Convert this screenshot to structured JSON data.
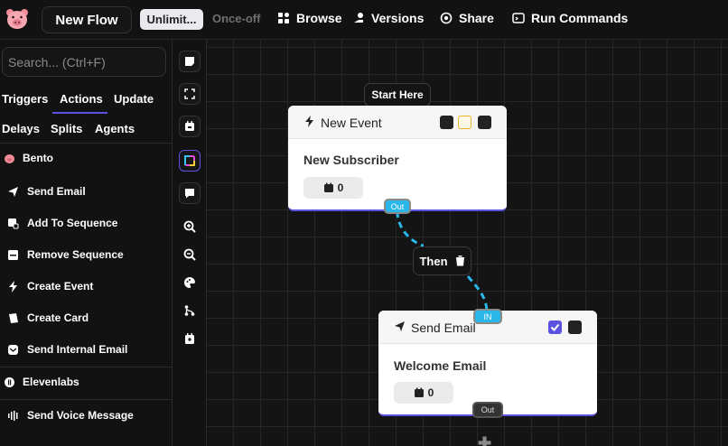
{
  "topbar": {
    "flow_name": "New Flow",
    "plan_unlimited": "Unlimit...",
    "plan_once": "Once-off",
    "actions": [
      {
        "label": "Browse",
        "icon": "browse-icon"
      },
      {
        "label": "Versions",
        "icon": "versions-icon"
      },
      {
        "label": "Share",
        "icon": "share-icon"
      },
      {
        "label": "Run Commands",
        "icon": "terminal-icon"
      }
    ]
  },
  "sidebar": {
    "search_placeholder": "Search... (Ctrl+F)",
    "tabs_row1": [
      "Triggers",
      "Actions",
      "Update"
    ],
    "tabs_row2": [
      "Delays",
      "Splits",
      "Agents"
    ],
    "active_tab": "Actions",
    "sections": [
      {
        "name": "Bento",
        "items": [
          "Send Email",
          "Add To Sequence",
          "Remove Sequence",
          "Create Event",
          "Create Card",
          "Send Internal Email"
        ]
      },
      {
        "name": "Elevenlabs",
        "items": [
          "Send Voice Message"
        ]
      }
    ]
  },
  "canvas": {
    "start_label": "Start Here",
    "then_label": "Then",
    "node1": {
      "title": "New Event",
      "body": "New Subscriber",
      "count": "0",
      "out_port": "Out"
    },
    "node2": {
      "title": "Send Email",
      "body": "Welcome Email",
      "count": "0",
      "in_port": "IN",
      "out_port": "Out"
    }
  },
  "colors": {
    "accent": "#5b53e0",
    "connector": "#29b6e8",
    "checkbox_orange": "#f0b429"
  }
}
